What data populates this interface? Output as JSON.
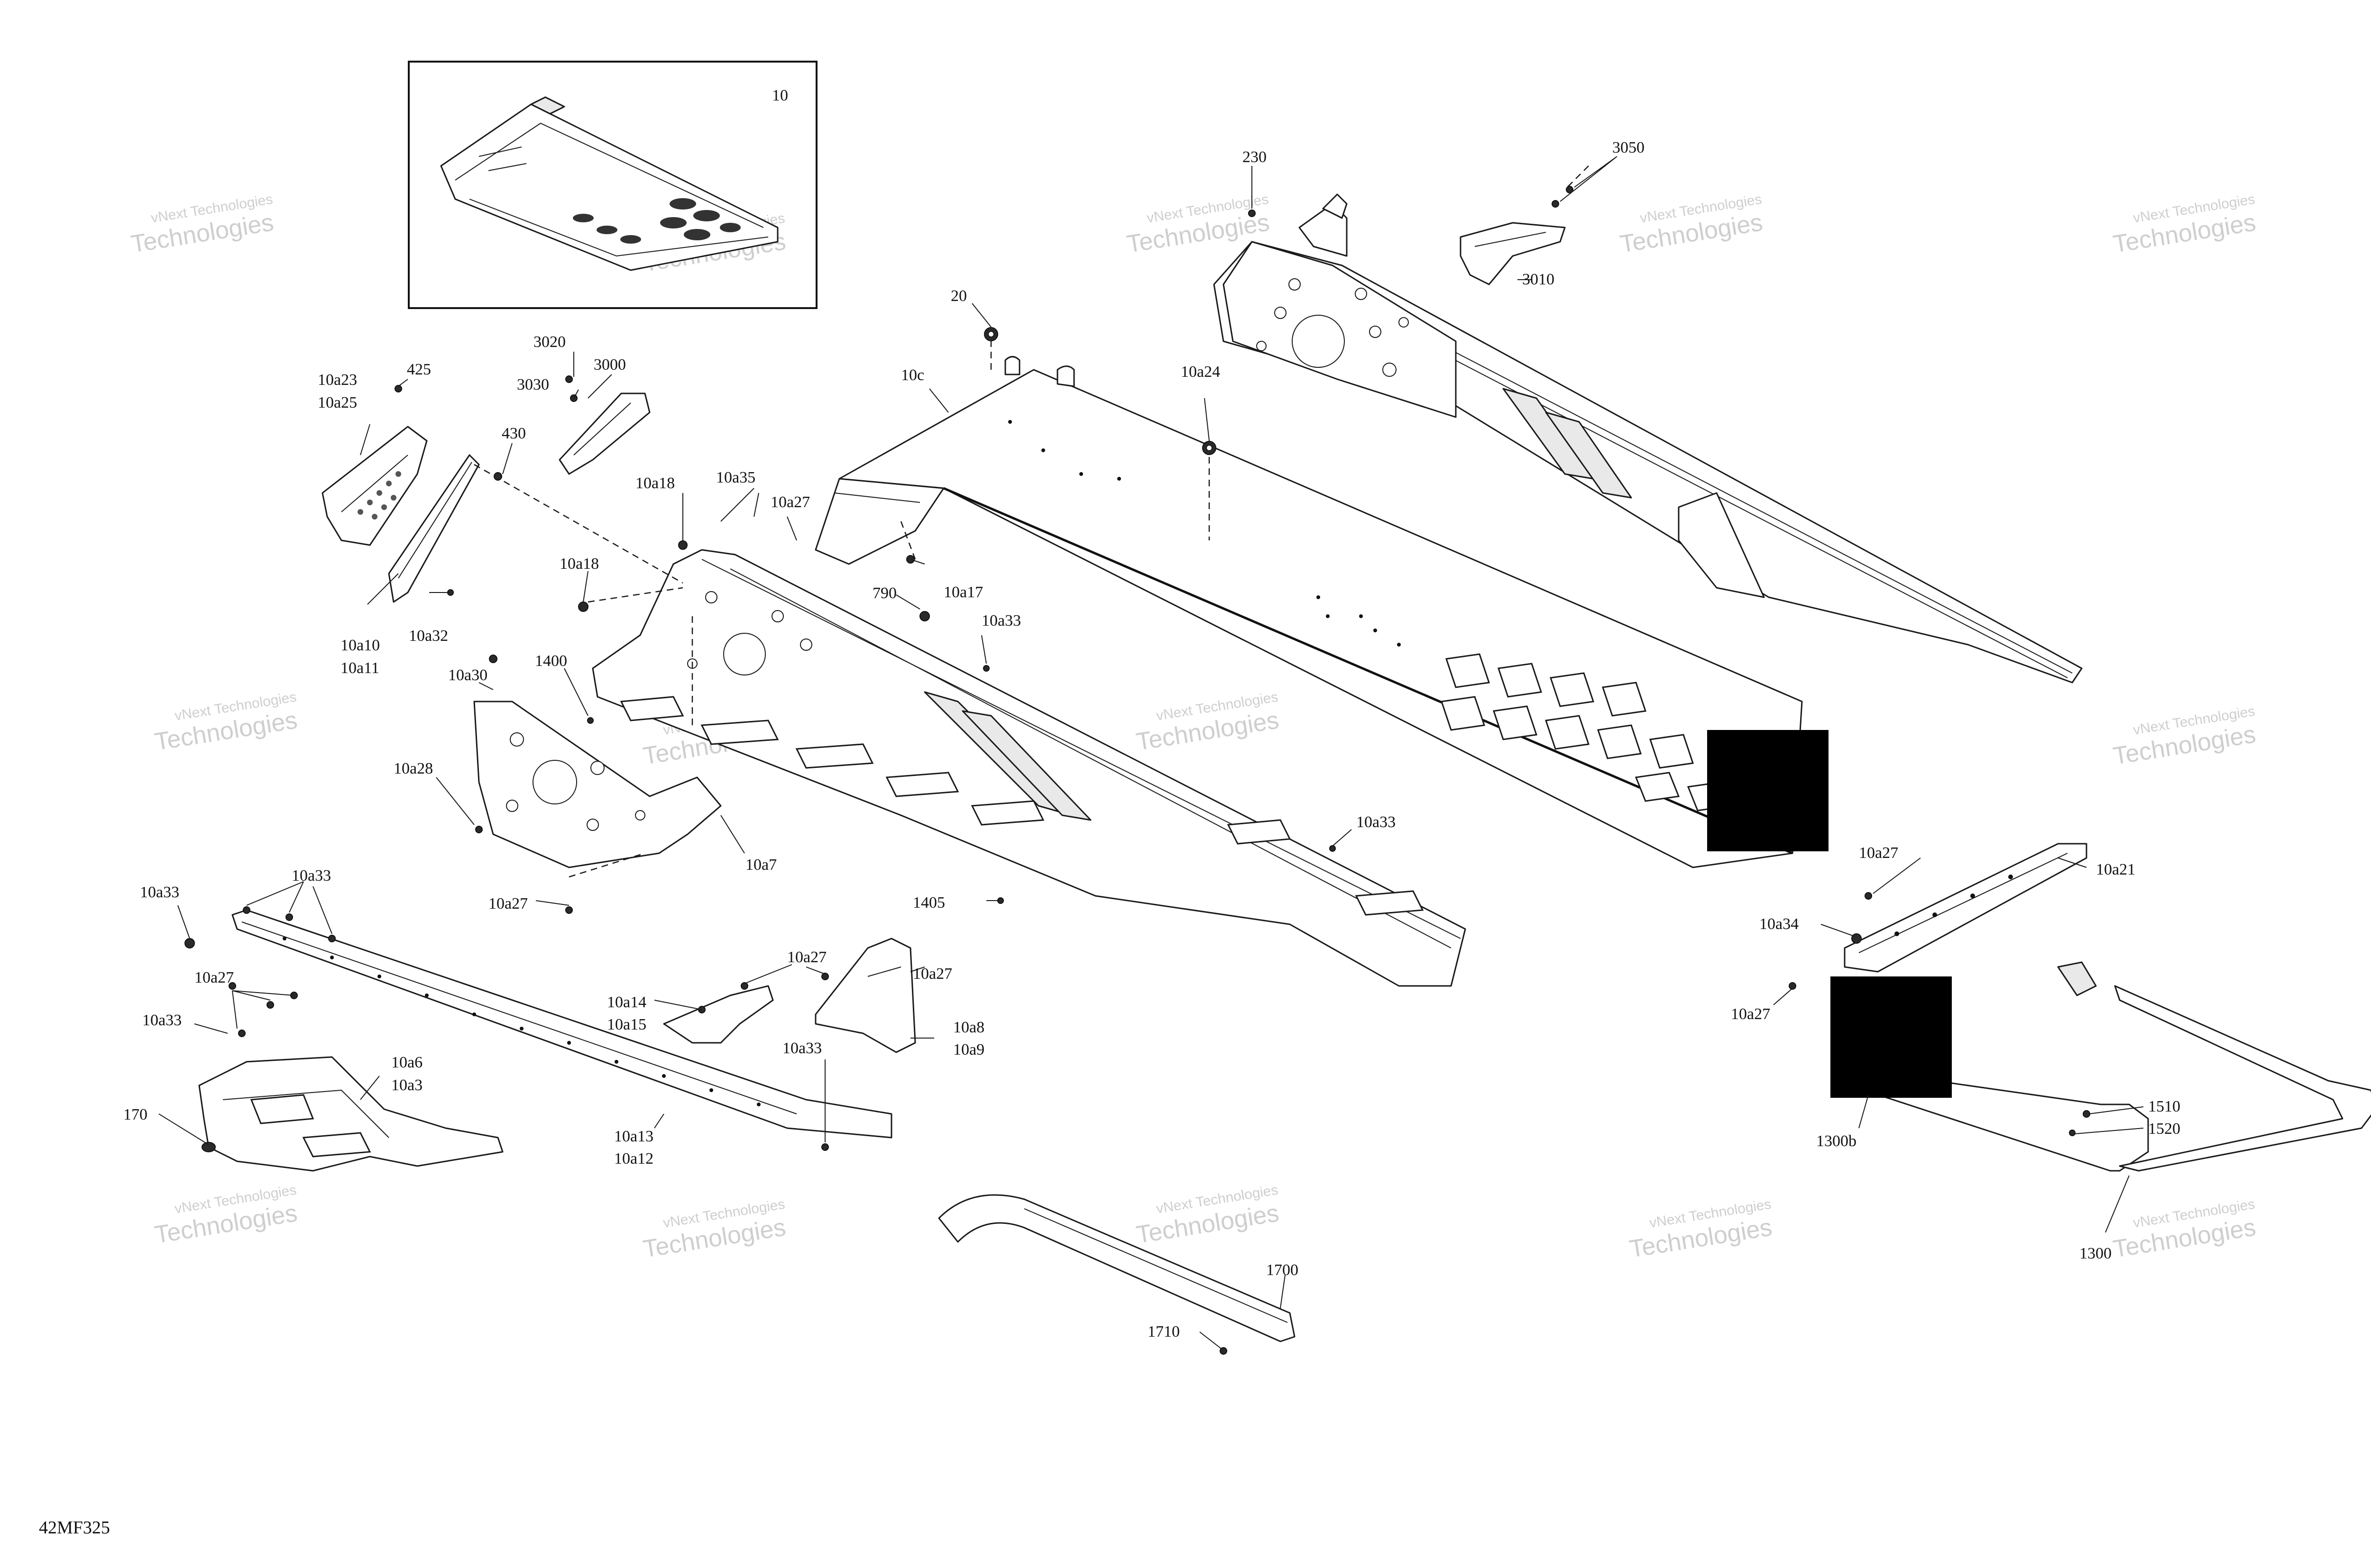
{
  "diagram_id": "42MF325",
  "inset_label": "10",
  "watermark": {
    "line1": "vNext Technologies",
    "line2": "Technologies"
  },
  "callouts": {
    "c230": "230",
    "c3050": "3050",
    "c3010": "3010",
    "c10": "10",
    "c20": "20",
    "c10c": "10c",
    "c10a24": "10a24",
    "c10a23": "10a23",
    "c10a25": "10a25",
    "c425": "425",
    "c430": "430",
    "c3020": "3020",
    "c3000": "3000",
    "c3030": "3030",
    "c10a18a": "10a18",
    "c10a35": "10a35",
    "c10a27a": "10a27",
    "c10a18b": "10a18",
    "c790": "790",
    "c10a17": "10a17",
    "c10a33a": "10a33",
    "c10a10": "10a10",
    "c10a11": "10a11",
    "c10a32": "10a32",
    "c10a30": "10a30",
    "c1400": "1400",
    "c10a28": "10a28",
    "c10a7": "10a7",
    "c10a27b": "10a27",
    "c1405": "1405",
    "c10a33b": "10a33",
    "c10a33c": "10a33",
    "c10a33d": "10a33",
    "c10a27c": "10a27",
    "c10a33e": "10a33",
    "c170": "170",
    "c10a6": "10a6",
    "c10a3": "10a3",
    "c10a14": "10a14",
    "c10a15": "10a15",
    "c10a27d": "10a27",
    "c10a27e": "10a27",
    "c10a8": "10a8",
    "c10a9": "10a9",
    "c10a33f": "10a33",
    "c10a13": "10a13",
    "c10a12": "10a12",
    "c1700": "1700",
    "c1710": "1710",
    "c10a27f": "10a27",
    "c10a21": "10a21",
    "c10a34": "10a34",
    "c10a27g": "10a27",
    "c1300b": "1300b",
    "c1510": "1510",
    "c1520": "1520",
    "c1300": "1300"
  }
}
